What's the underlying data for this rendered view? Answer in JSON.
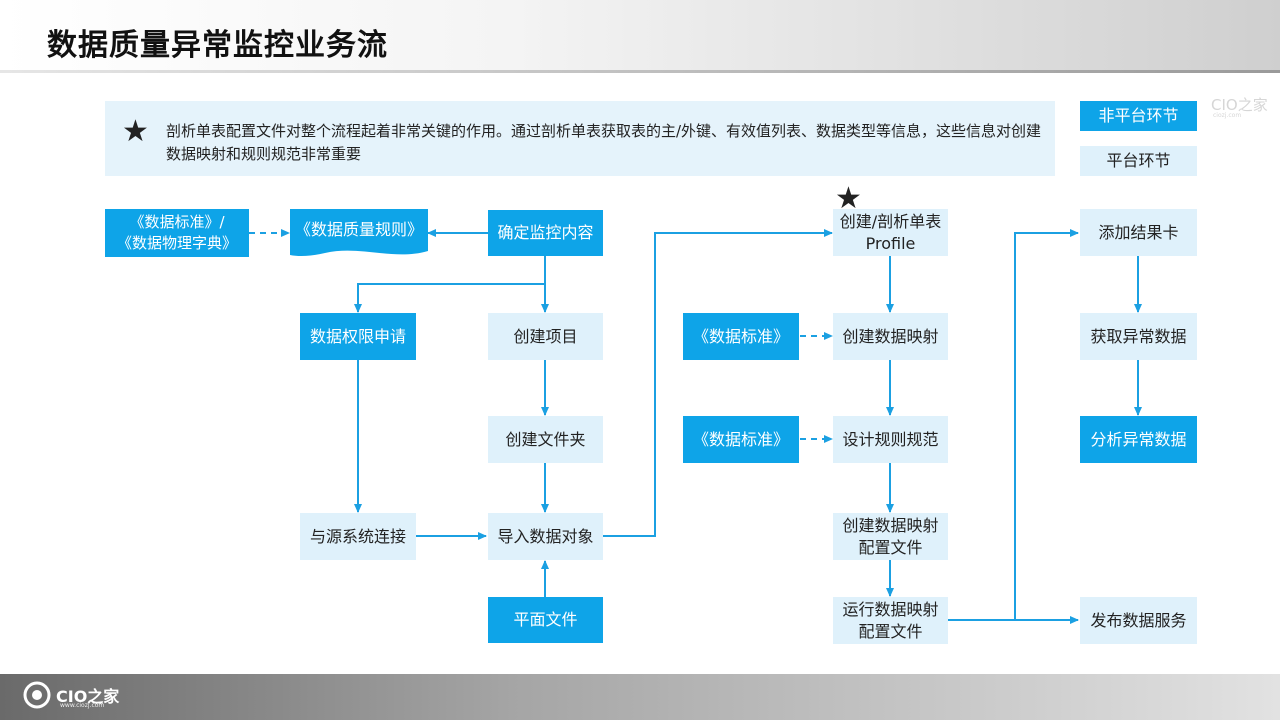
{
  "header": {
    "title": "数据质量异常监控业务流"
  },
  "note": {
    "text": "剖析单表配置文件对整个流程起着非常关键的作用。通过剖析单表获取表的主/外键、有效值列表、数据类型等信息，这些信息对创建数据映射和规则规范非常重要"
  },
  "legend": {
    "non_platform": "非平台环节",
    "platform": "平台环节"
  },
  "nodes": {
    "std_dict_line1": "《数据标准》/",
    "std_dict_line2": "《数据物理字典》",
    "quality_rules": "《数据质量规则》",
    "confirm_content": "确定监控内容",
    "permission": "数据权限申请",
    "create_project": "创建项目",
    "create_folder": "创建文件夹",
    "connect_source": "与源系统连接",
    "import_objects": "导入数据对象",
    "flat_file": "平面文件",
    "profile_line1": "创建/剖析单表",
    "profile_line2": "Profile",
    "std_a": "《数据标准》",
    "create_mapping": "创建数据映射",
    "std_b": "《数据标准》",
    "design_rules": "设计规则规范",
    "mapping_config_line1": "创建数据映射",
    "mapping_config_line2": "配置文件",
    "run_mapping_line1": "运行数据映射",
    "run_mapping_line2": "配置文件",
    "add_result_card": "添加结果卡",
    "get_abnormal": "获取异常数据",
    "analyze_abnormal": "分析异常数据",
    "publish_service": "发布数据服务"
  },
  "footer": {
    "brand": "CIO之家",
    "site": "www.ciozj.com"
  },
  "watermark": {
    "brand": "CIO之家",
    "site": "ciozj.com"
  },
  "colors": {
    "dark_box": "#0ea4e8",
    "light_box": "#dff1fb",
    "note_bg": "#e5f3fb",
    "arrow": "#1ba0e2"
  },
  "icons": {
    "star": "star-icon",
    "logo": "cio-logo-icon"
  }
}
